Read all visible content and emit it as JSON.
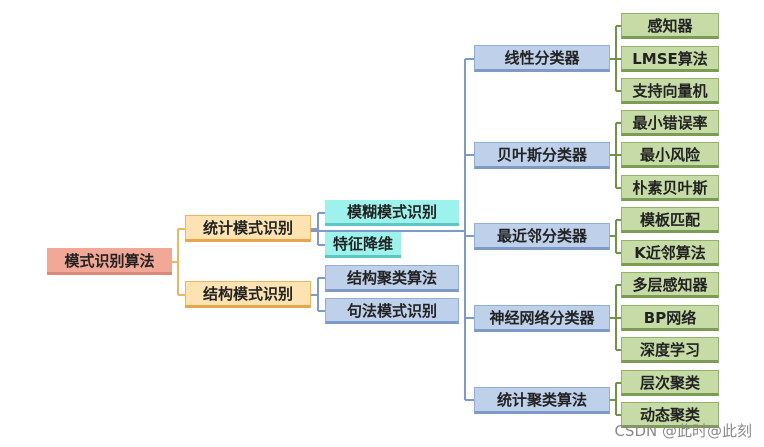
{
  "root": {
    "label": "模式识别算法"
  },
  "level1": {
    "statistical": "统计模式识别",
    "structural": "结构模式识别"
  },
  "level2": {
    "fuzzy": "模糊模式识别",
    "feature_reduction": "特征降维",
    "structural_clustering": "结构聚类算法",
    "syntactic": "句法模式识别"
  },
  "classifiers": [
    {
      "label": "线性分类器",
      "children": [
        "感知器",
        "LMSE算法",
        "支持向量机"
      ]
    },
    {
      "label": "贝叶斯分类器",
      "children": [
        "最小错误率",
        "最小风险",
        "朴素贝叶斯"
      ]
    },
    {
      "label": "最近邻分类器",
      "children": [
        "模板匹配",
        "K近邻算法"
      ]
    },
    {
      "label": "神经网络分类器",
      "children": [
        "多层感知器",
        "BP网络",
        "深度学习"
      ]
    },
    {
      "label": "统计聚类算法",
      "children": [
        "层次聚类",
        "动态聚类"
      ]
    }
  ],
  "watermark": "CSDN @此时@此刻",
  "colors": {
    "root": "#f2a896",
    "level1": "#fde3b1",
    "cyan": "#9ef2ec",
    "classifier": "#bed0ea",
    "leaf": "#c6dba6",
    "connector_orange": "#f0b560",
    "connector_blue": "#7e9bc6",
    "connector_green": "#6e9444"
  }
}
